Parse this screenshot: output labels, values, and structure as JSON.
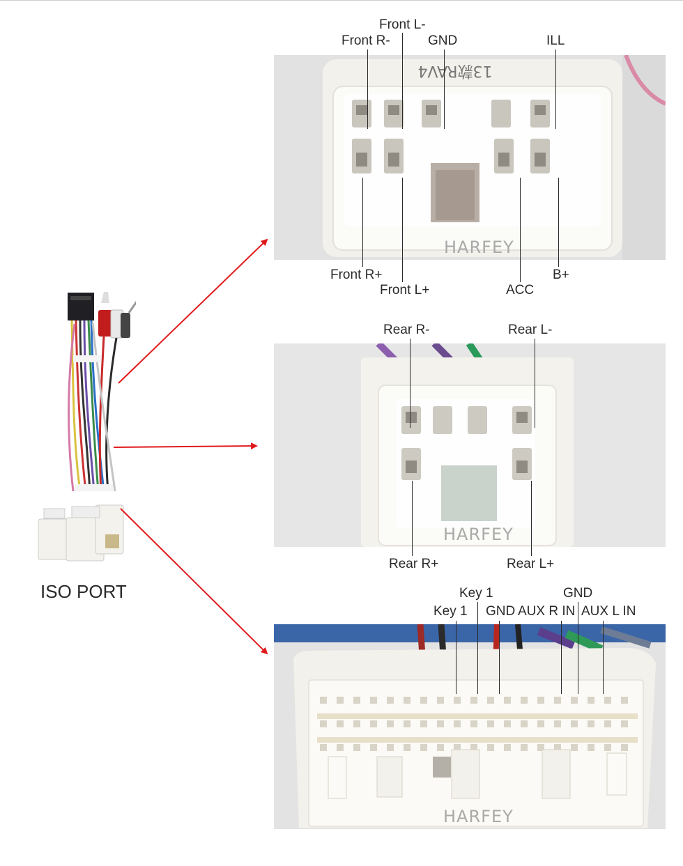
{
  "harness": {
    "label": "ISO PORT",
    "icon": "wiring-harness-icon"
  },
  "watermark": "HARFEY",
  "connectors": [
    {
      "id": "connector-front",
      "pins": {
        "front_l_minus": "Front L-",
        "front_r_minus": "Front R-",
        "gnd": "GND",
        "ill": "ILL",
        "front_r_plus": "Front R+",
        "front_l_plus": "Front L+",
        "acc": "ACC",
        "b_plus": "B+"
      }
    },
    {
      "id": "connector-rear",
      "pins": {
        "rear_r_minus": "Rear R-",
        "rear_l_minus": "Rear L-",
        "rear_r_plus": "Rear R+",
        "rear_l_plus": "Rear L+"
      }
    },
    {
      "id": "connector-aux",
      "pins": {
        "key1_upper": "Key 1",
        "key1_lower": "Key 1",
        "gnd_upper": "GND",
        "gnd_lower": "GND",
        "aux_r_in": "AUX R IN",
        "aux_l_in": "AUX L IN"
      }
    }
  ],
  "colors": {
    "arrow": "#e0191b",
    "plastic": "#f1efe8",
    "photo_bg": "#e6e6e6"
  }
}
